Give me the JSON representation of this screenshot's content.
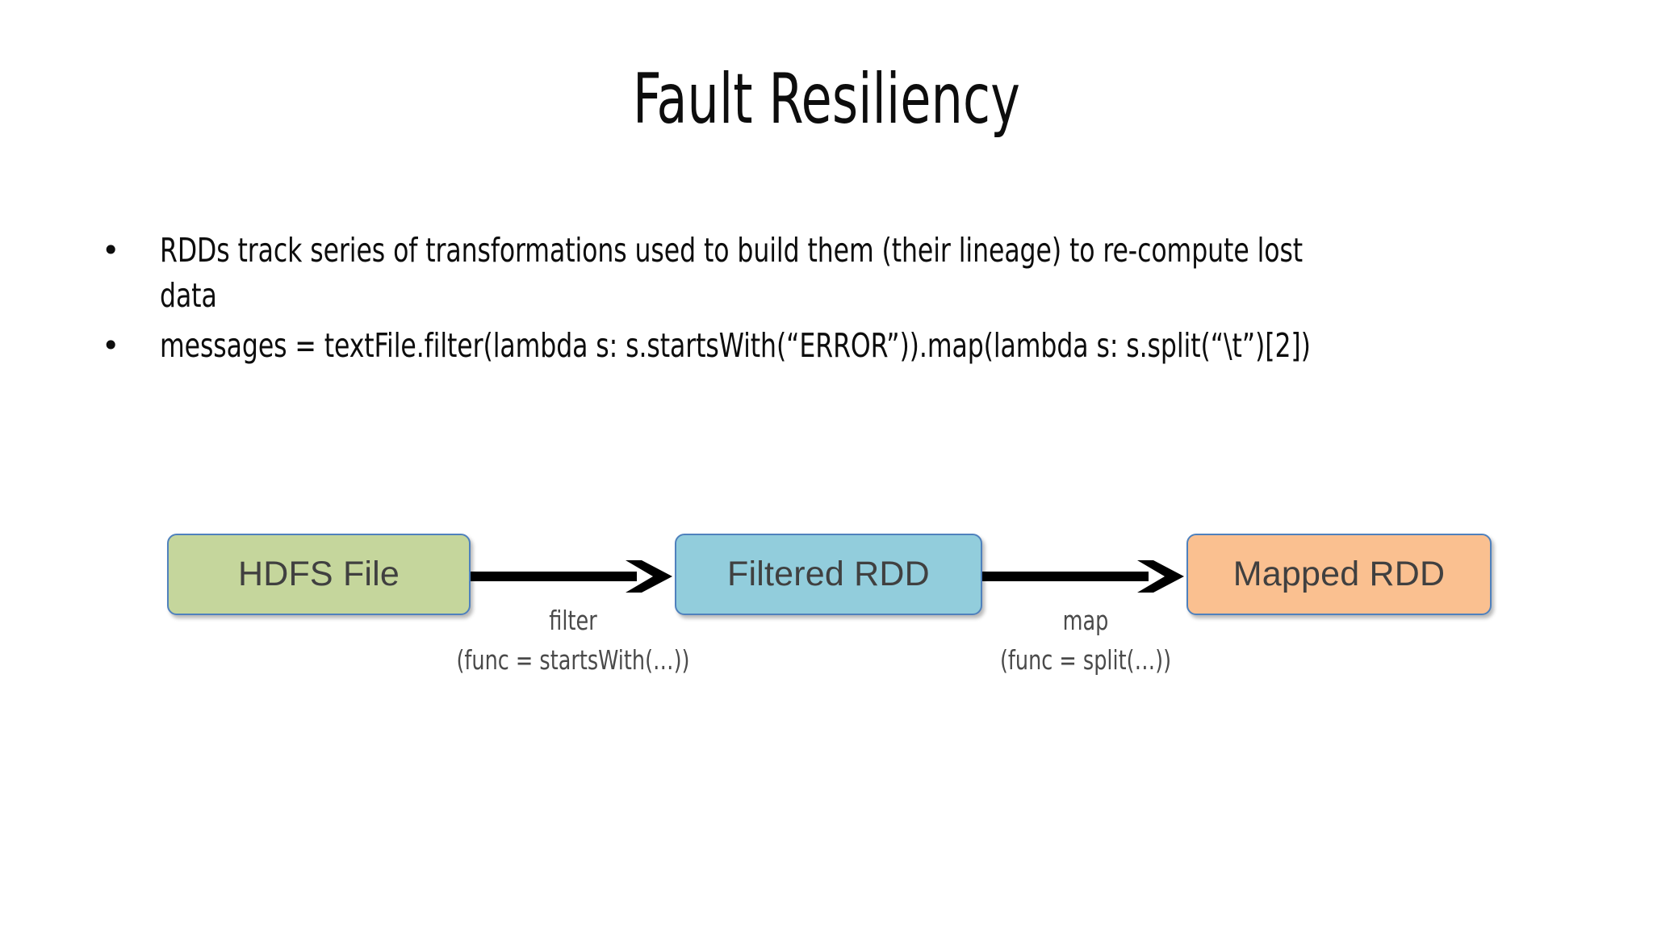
{
  "slide": {
    "title": "Fault Resiliency",
    "background_color": "#ffffff",
    "bullets": [
      {
        "marker": "•",
        "text": "RDDs track series of transformations used to build them (their lineage) to re-compute lost data"
      },
      {
        "marker": "•",
        "text": "messages =  textFile.filter(lambda s: s.startsWith(“ERROR”)).map(lambda s: s.split(“\\t”)[2])"
      }
    ]
  },
  "diagram": {
    "type": "flow",
    "nodes": [
      {
        "id": "hdfs",
        "label": "HDFS File",
        "fill": "#c5d69c",
        "border": "#4f81bd",
        "text_color": "#404040"
      },
      {
        "id": "filtered",
        "label": "Filtered RDD",
        "fill": "#92cddc",
        "border": "#4f81bd",
        "text_color": "#404040"
      },
      {
        "id": "mapped",
        "label": "Mapped RDD",
        "fill": "#fac090",
        "border": "#4f81bd",
        "text_color": "#404040"
      }
    ],
    "edges": [
      {
        "id": "filter",
        "from": "hdfs",
        "to": "filtered",
        "label_line1": "filter",
        "label_line2": "(func = startsWith(…))",
        "color": "#000000"
      },
      {
        "id": "map",
        "from": "filtered",
        "to": "mapped",
        "label_line1": "map",
        "label_line2": "(func = split(…))",
        "color": "#000000"
      }
    ]
  }
}
